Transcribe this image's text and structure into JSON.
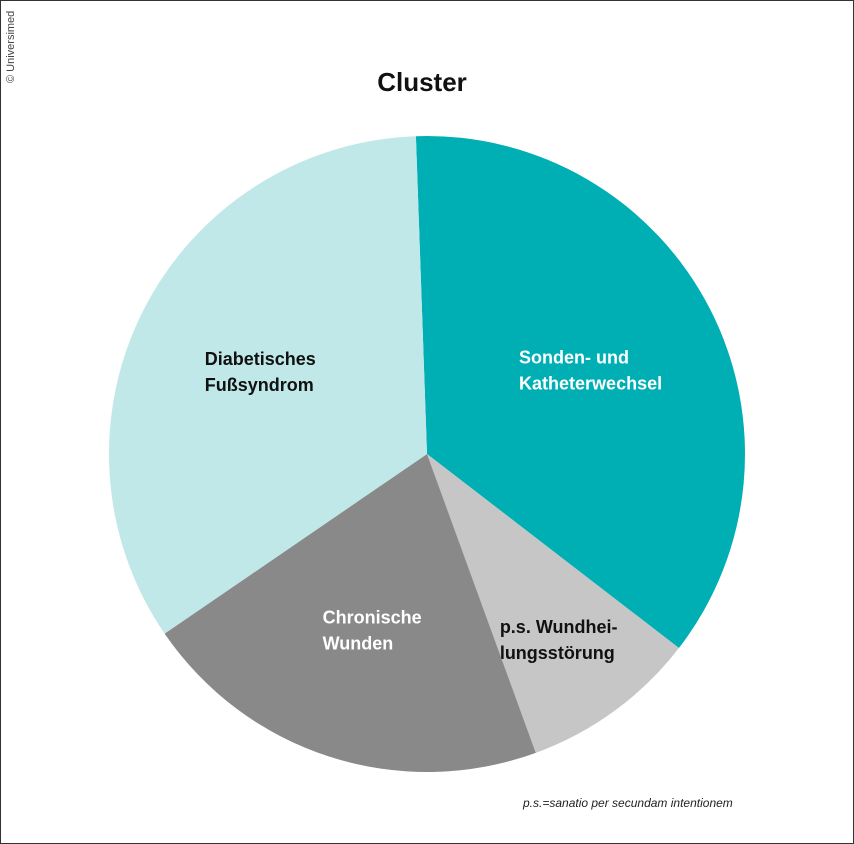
{
  "copyright": "© Universimed",
  "footnote": "p.s.=sanatio per secundam intentionem",
  "chart_data": {
    "type": "pie",
    "title": "Cluster",
    "slices": [
      {
        "label": "Sonden- und Katheterwechsel",
        "lines": [
          "Sonden- und",
          "Katheterwechsel"
        ],
        "value": 36,
        "color": "#00afb4",
        "text_color": "#ffffff"
      },
      {
        "label": "p.s. Wundheilungsstörung",
        "lines": [
          "p.s. Wundhei-",
          "lungsstörung"
        ],
        "value": 9,
        "color": "#c6c6c6",
        "text_color": "#111111"
      },
      {
        "label": "Chronische Wunden",
        "lines": [
          "Chronische",
          "Wunden"
        ],
        "value": 21,
        "color": "#898989",
        "text_color": "#ffffff"
      },
      {
        "label": "Diabetisches Fußsyndrom",
        "lines": [
          "Diabetisches",
          "Fußsyndrom"
        ],
        "value": 34,
        "color": "#c0e8e8",
        "text_color": "#111111"
      }
    ]
  }
}
